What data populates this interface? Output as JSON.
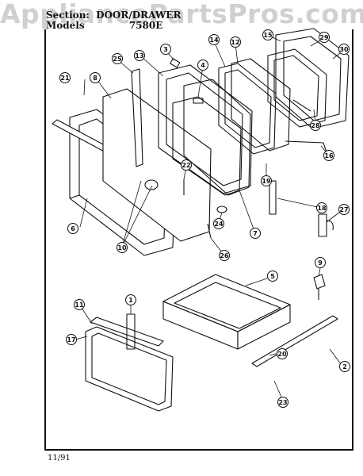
{
  "watermark": "AppliancePartsPros.com",
  "header": {
    "section_label": "Section:",
    "section_value": "DOOR/DRAWER",
    "models_label": "Models",
    "models_value": "7580E"
  },
  "footer": {
    "date": "11/91"
  },
  "callouts": [
    "1",
    "2",
    "3",
    "4",
    "5",
    "6",
    "8",
    "9",
    "10",
    "11",
    "12",
    "13",
    "14",
    "15",
    "16",
    "17",
    "18",
    "19",
    "20",
    "21",
    "22",
    "23",
    "24",
    "25",
    "26",
    "27",
    "28",
    "29",
    "30"
  ]
}
